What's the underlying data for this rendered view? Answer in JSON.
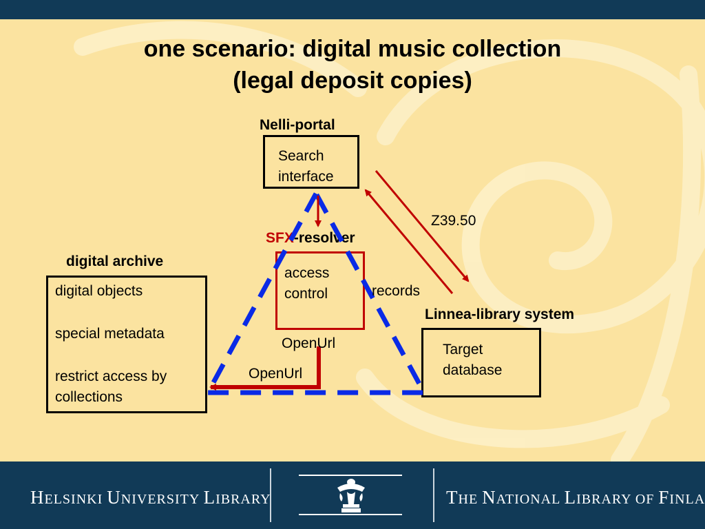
{
  "title_line1": "one scenario: digital music collection",
  "title_line2": "(legal deposit copies)",
  "nelli": {
    "heading": "Nelli-portal",
    "box_line1": "Search",
    "box_line2": "interface"
  },
  "sfx": {
    "heading_prefix": "SFX",
    "heading_suffix": "-resolver",
    "box_line1": "access",
    "box_line2": "control"
  },
  "archive": {
    "heading": "digital archive",
    "items": [
      "digital objects",
      "special metadata",
      "restrict access by",
      "collections"
    ]
  },
  "linnea": {
    "heading": "Linnea-library system",
    "box_line1": "Target",
    "box_line2": "database"
  },
  "edge_labels": {
    "z3950": "Z39.50",
    "records": "records",
    "openurl_upper": "OpenUrl",
    "openurl_lower": "OpenUrl"
  },
  "footer": {
    "left": {
      "h": "H",
      "elsinki": "ELSINKI ",
      "u": "U",
      "niversity": "NIVERSITY ",
      "l": "L",
      "ibrary": "IBRARY"
    },
    "logo_left": "16",
    "logo_right": "40",
    "right": {
      "t": "T",
      "he": "HE ",
      "n": "N",
      "ational": "ATIONAL ",
      "l": "L",
      "ibrary": "IBRARY OF ",
      "f": "F",
      "inland": "INLAND"
    }
  },
  "colors": {
    "background": "#fbe3a0",
    "bar": "#113a57",
    "red": "#c00000",
    "blue": "#0a2ae6"
  }
}
